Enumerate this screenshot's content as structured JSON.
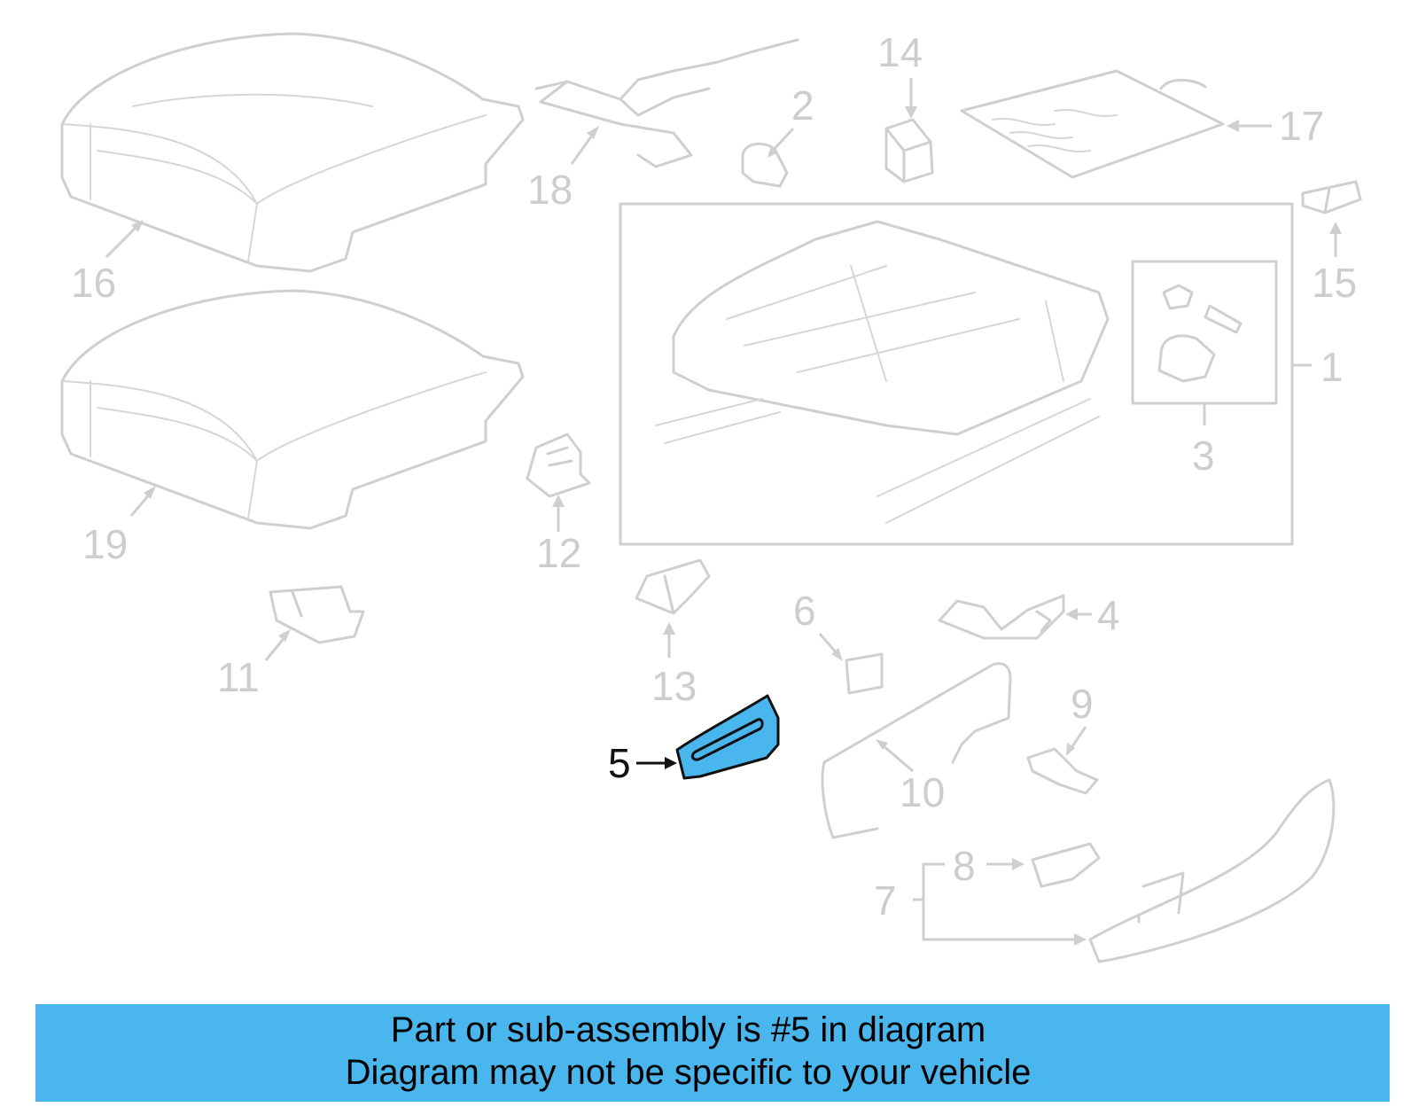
{
  "callouts": {
    "c1": "1",
    "c2": "2",
    "c3": "3",
    "c4": "4",
    "c5": "5",
    "c6": "6",
    "c7": "7",
    "c8": "8",
    "c9": "9",
    "c10": "10",
    "c11": "11",
    "c12": "12",
    "c13": "13",
    "c14": "14",
    "c15": "15",
    "c16": "16",
    "c17": "17",
    "c18": "18",
    "c19": "19"
  },
  "highlighted_part": "5",
  "colors": {
    "highlight": "#4ab6ee",
    "part_outline": "#cfcfcf",
    "banner": "#4ab6ee"
  },
  "banner": {
    "line1": "Part or sub-assembly is #5 in diagram",
    "line2": "Diagram may not be specific to your vehicle"
  }
}
